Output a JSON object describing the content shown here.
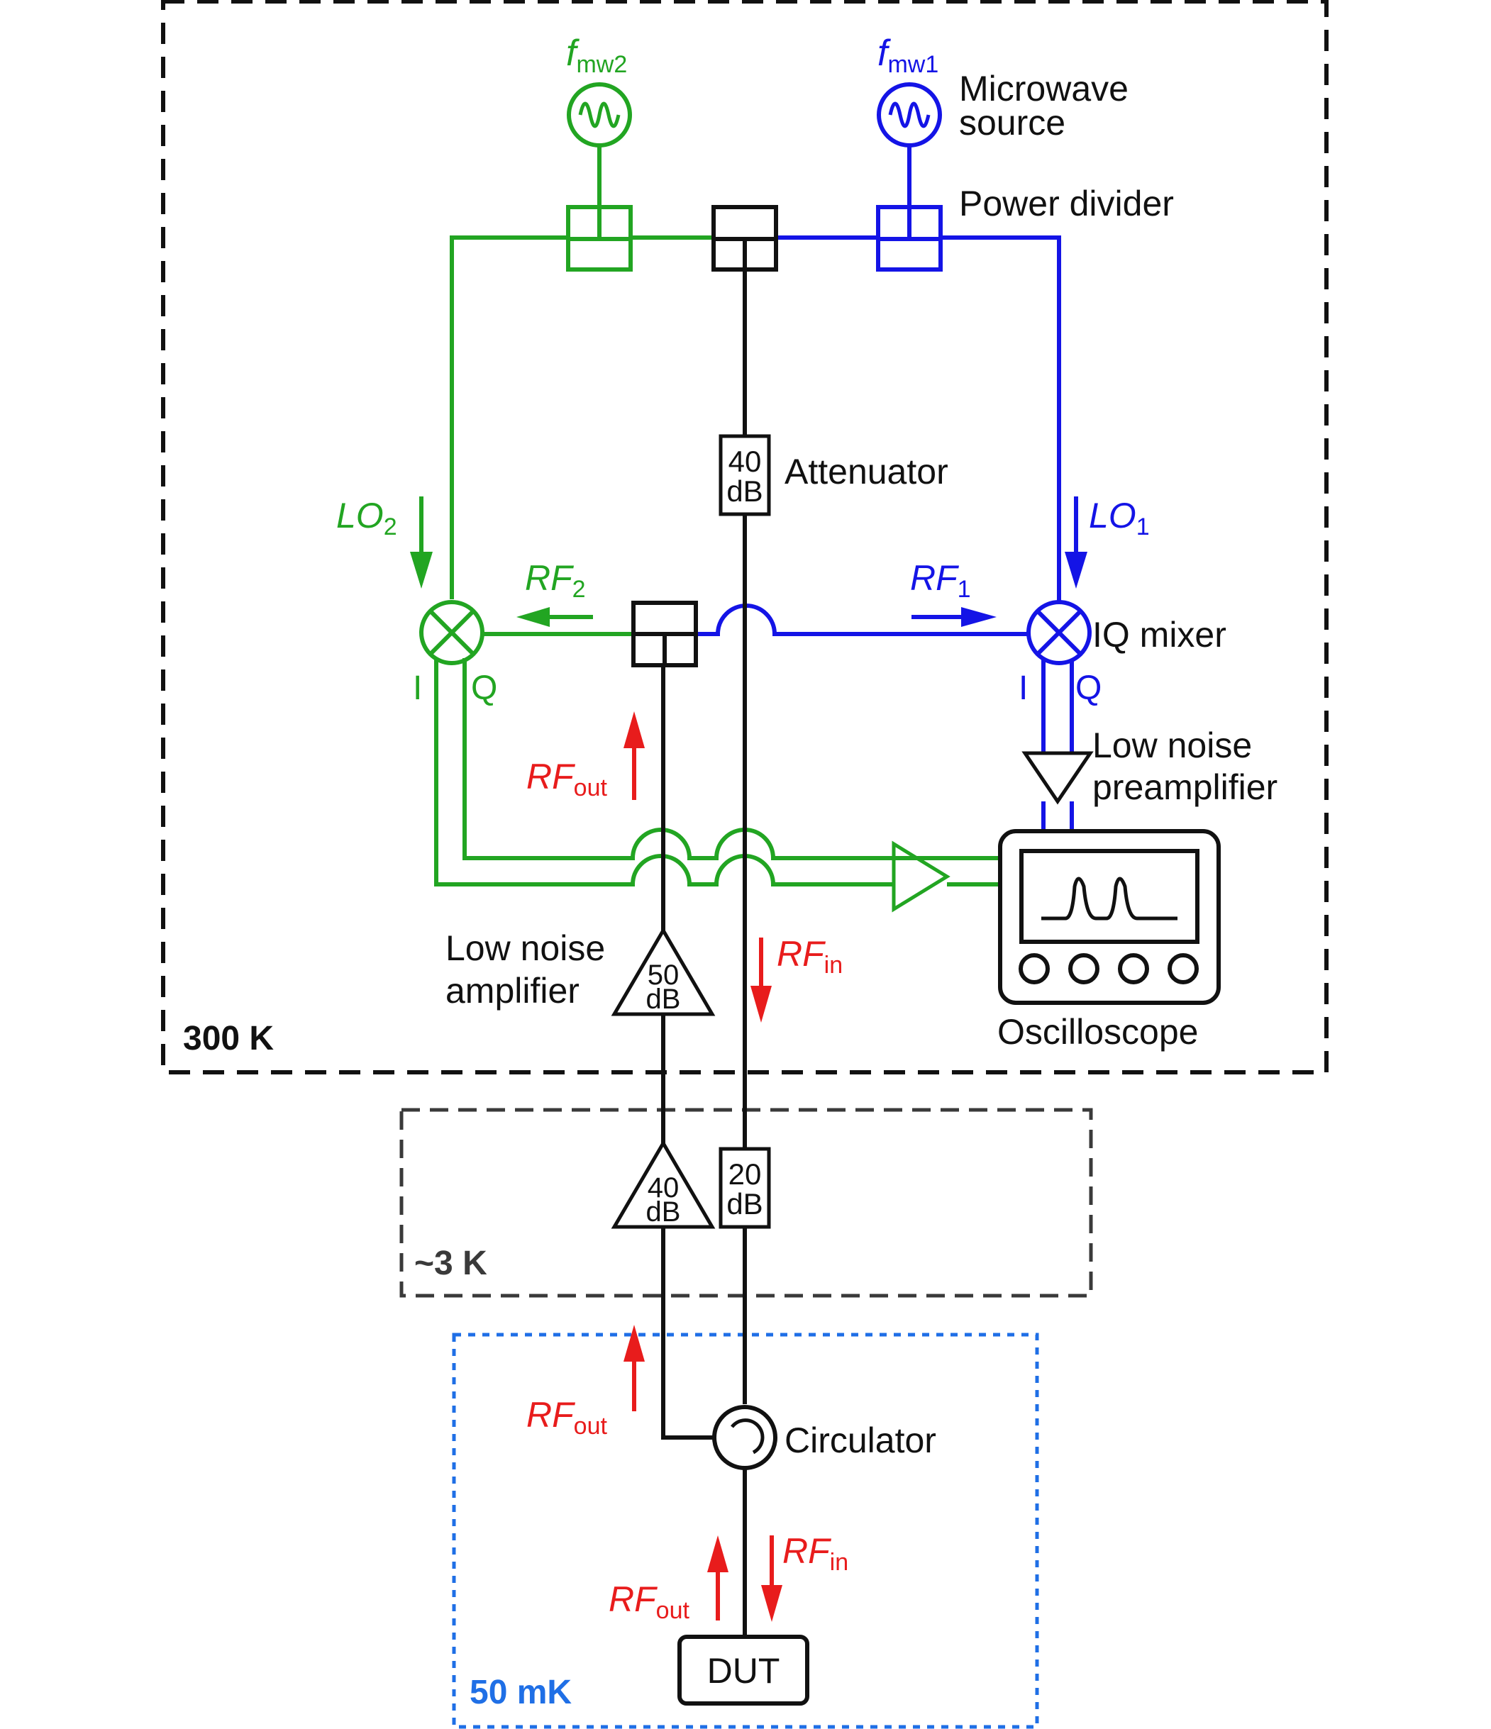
{
  "colors": {
    "green": "#22a522",
    "blue": "#1414e6",
    "red": "#e81c1c",
    "black": "#111111",
    "grey": "#3a3a3a",
    "lightblue": "#1f6fe6"
  },
  "zones": {
    "room": "300 K",
    "mid": "~3 K",
    "cold": "50 mK"
  },
  "sources": {
    "mw2_f": "f",
    "mw2_sub": "mw2",
    "mw1_f": "f",
    "mw1_sub": "mw1",
    "mw1_label_line1": "Microwave",
    "mw1_label_line2": "source"
  },
  "labels": {
    "power_divider": "Power divider",
    "attenuator": "Attenuator",
    "iq_mixer": "IQ mixer",
    "lnp_line1": "Low noise",
    "lnp_line2": "preamplifier",
    "lna_line1": "Low noise",
    "lna_line2": "amplifier",
    "oscilloscope": "Oscilloscope",
    "circulator": "Circulator",
    "dut": "DUT",
    "I": "I",
    "Q": "Q"
  },
  "components": {
    "att40_top": "40",
    "att40_bot": "dB",
    "att20_top": "20",
    "att20_bot": "dB",
    "amp50_top": "50",
    "amp50_bot": "dB",
    "amp40_top": "40",
    "amp40_bot": "dB"
  },
  "signals": {
    "lo_main": "LO",
    "lo2_sub": "2",
    "lo1_sub": "1",
    "rf_main": "RF",
    "rf2_sub": "2",
    "rf1_sub": "1",
    "out_sub": "out",
    "in_sub": "in"
  }
}
